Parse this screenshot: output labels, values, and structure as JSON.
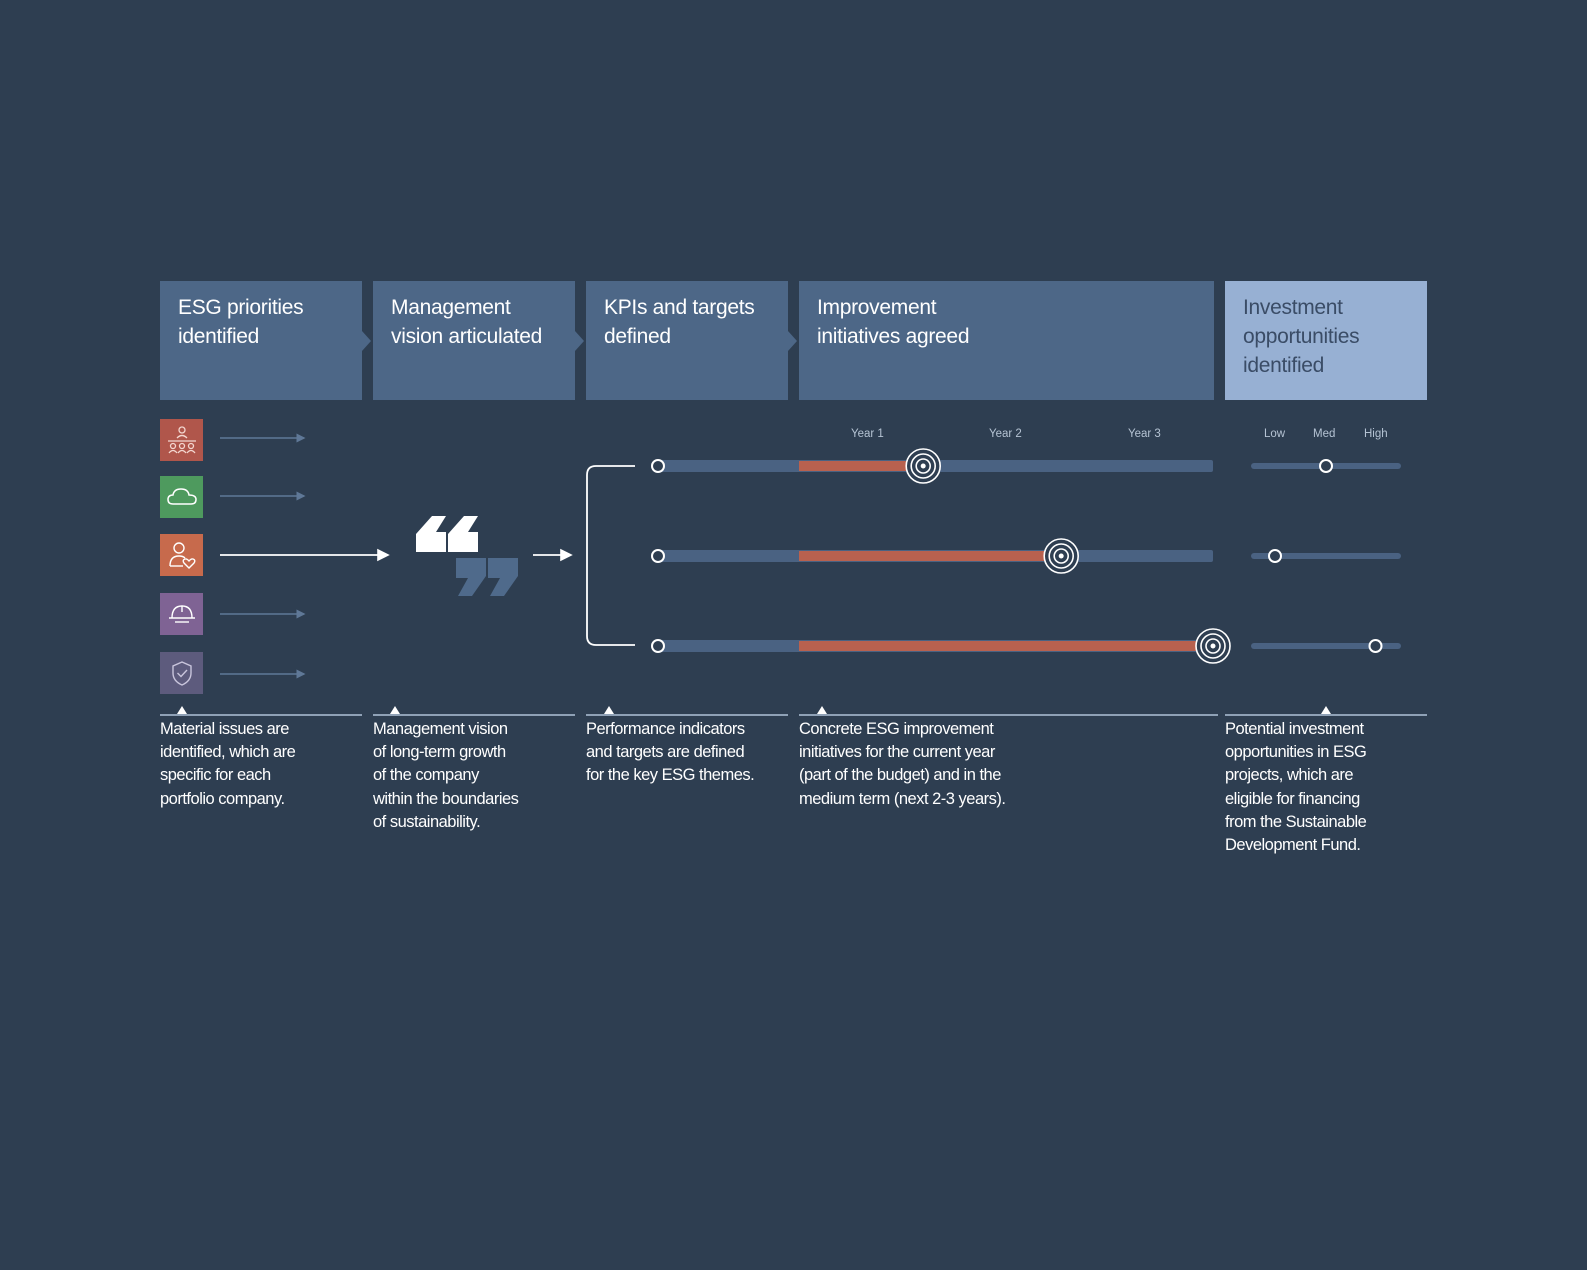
{
  "headers": [
    {
      "title": "ESG priorities identified",
      "line1": "ESG priorities",
      "line2": "identified"
    },
    {
      "title": "Management vision articulated",
      "line1": "Management",
      "line2": "vision articulated"
    },
    {
      "title": "KPIs and targets defined",
      "line1": "KPIs and targets",
      "line2": "defined"
    },
    {
      "title": "Improvement initiatives agreed",
      "line1": "Improvement",
      "line2": "initiatives agreed"
    },
    {
      "title": "Investment opportunities identified",
      "line1": "Investment",
      "line2": "opportunities",
      "line3": "identified"
    }
  ],
  "descriptions": [
    {
      "lines": [
        "Material issues are",
        "identified, which are",
        "specific for each",
        "portfolio company."
      ]
    },
    {
      "lines": [
        "Management vision",
        "of long-term growth",
        "of the company",
        "within the boundaries",
        "of sustainability."
      ]
    },
    {
      "lines": [
        "Performance indicators",
        "and targets are defined",
        "for the key ESG themes."
      ]
    },
    {
      "lines": [
        "Concrete ESG improvement",
        "initiatives for the current year",
        "(part of the budget) and in the",
        "medium term (next 2-3 years)."
      ]
    },
    {
      "lines": [
        "Potential investment",
        "opportunities in ESG",
        "projects, which are",
        "eligible for financing",
        "from the Sustainable",
        "Development Fund."
      ]
    }
  ],
  "timeline": {
    "labels": [
      "Year 1",
      "Year 2",
      "Year 3"
    ],
    "progress": [
      {
        "start_year": 1,
        "end_year": 1.9
      },
      {
        "start_year": 1,
        "end_year": 2.9
      },
      {
        "start_year": 1,
        "end_year": 4
      }
    ]
  },
  "investment_scale": {
    "labels": [
      "Low",
      "Med",
      "High"
    ],
    "levels": [
      0.5,
      0.16,
      0.83
    ]
  },
  "icons": [
    "community-icon",
    "cloud-icon",
    "people-care-icon",
    "helmet-icon",
    "shield-check-icon"
  ],
  "colors": {
    "background": "#2e3e51",
    "header": "#4d6787",
    "header_highlight": "#97b0d3",
    "track": "#4a6282",
    "progress": "#b8614f",
    "icon_community": "#b0564b",
    "icon_environment": "#4e9a5e",
    "icon_social": "#c76a4c",
    "icon_safety": "#7f6394",
    "icon_governance": "#5d5b7d"
  }
}
